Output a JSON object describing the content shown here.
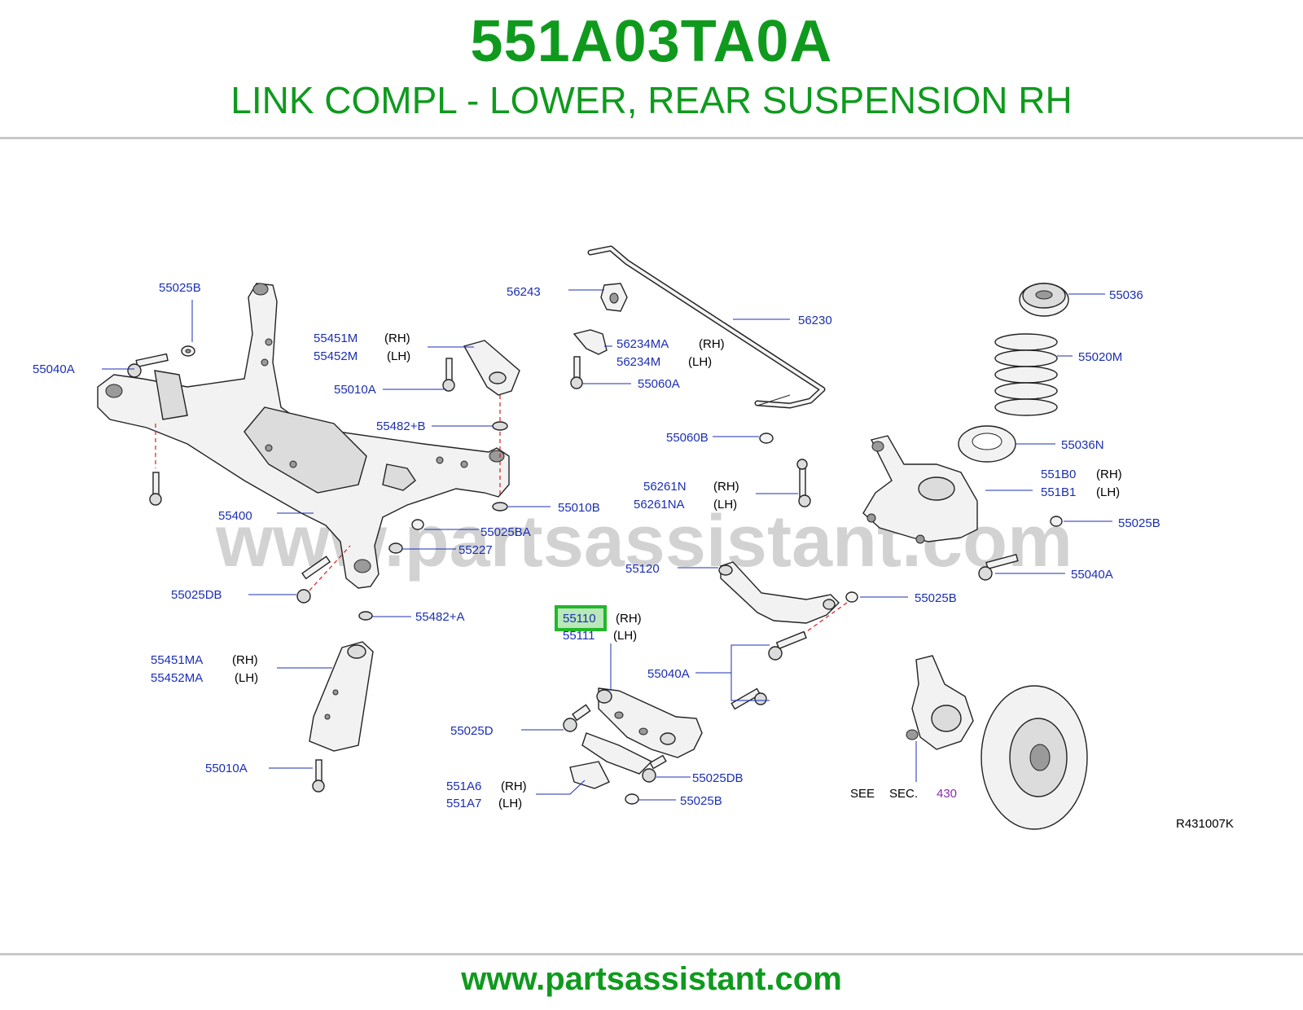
{
  "header": {
    "part_number": "551A03TA0A",
    "description": "LINK COMPL - LOWER, REAR SUSPENSION RH"
  },
  "diagram": {
    "watermark": "www.partsassistant.com",
    "reference_code": "R431007K",
    "highlight_color": "#22b82a",
    "label_color": "#1b2fb4",
    "callouts": {
      "c55025B_1": "55025B",
      "c55040A_1": "55040A",
      "c55451M": "55451M",
      "c55451M_side": "(RH)",
      "c55452M": "55452M",
      "c55452M_side": "(LH)",
      "c55010A_1": "55010A",
      "c55482B": "55482+B",
      "c55400": "55400",
      "c55010B": "55010B",
      "c55025BA": "55025BA",
      "c55227": "55227",
      "c55025DB_1": "55025DB",
      "c55482A": "55482+A",
      "c55451MA": "55451MA",
      "c55451MA_side": "(RH)",
      "c55452MA": "55452MA",
      "c55452MA_side": "(LH)",
      "c55010A_2": "55010A",
      "c56243": "56243",
      "c56230": "56230",
      "c56234MA": "56234MA",
      "c56234MA_side": "(RH)",
      "c56234M": "56234M",
      "c56234M_side": "(LH)",
      "c55060A": "55060A",
      "c55060B": "55060B",
      "c56261N": "56261N",
      "c56261N_side": "(RH)",
      "c56261NA": "56261NA",
      "c56261NA_side": "(LH)",
      "c55120": "55120",
      "c55110": "55110",
      "c55110_side": "(RH)",
      "c55111": "55111",
      "c55111_side": "(LH)",
      "c55040A_2": "55040A",
      "c55025D": "55025D",
      "c55025DB_2": "55025DB",
      "c551A6": "551A6",
      "c551A6_side": "(RH)",
      "c551A7": "551A7",
      "c551A7_side": "(LH)",
      "c55025B_2": "55025B",
      "c55036": "55036",
      "c55020M": "55020M",
      "c55036N": "55036N",
      "c551B0": "551B0",
      "c551B0_side": "(RH)",
      "c551B1": "551B1",
      "c551B1_side": "(LH)",
      "c55025B_3": "55025B",
      "c55040A_3": "55040A",
      "c55025B_4": "55025B",
      "see": "SEE",
      "sec": "SEC.",
      "sec_num": "430"
    }
  },
  "footer": {
    "url": "www.partsassistant.com"
  }
}
